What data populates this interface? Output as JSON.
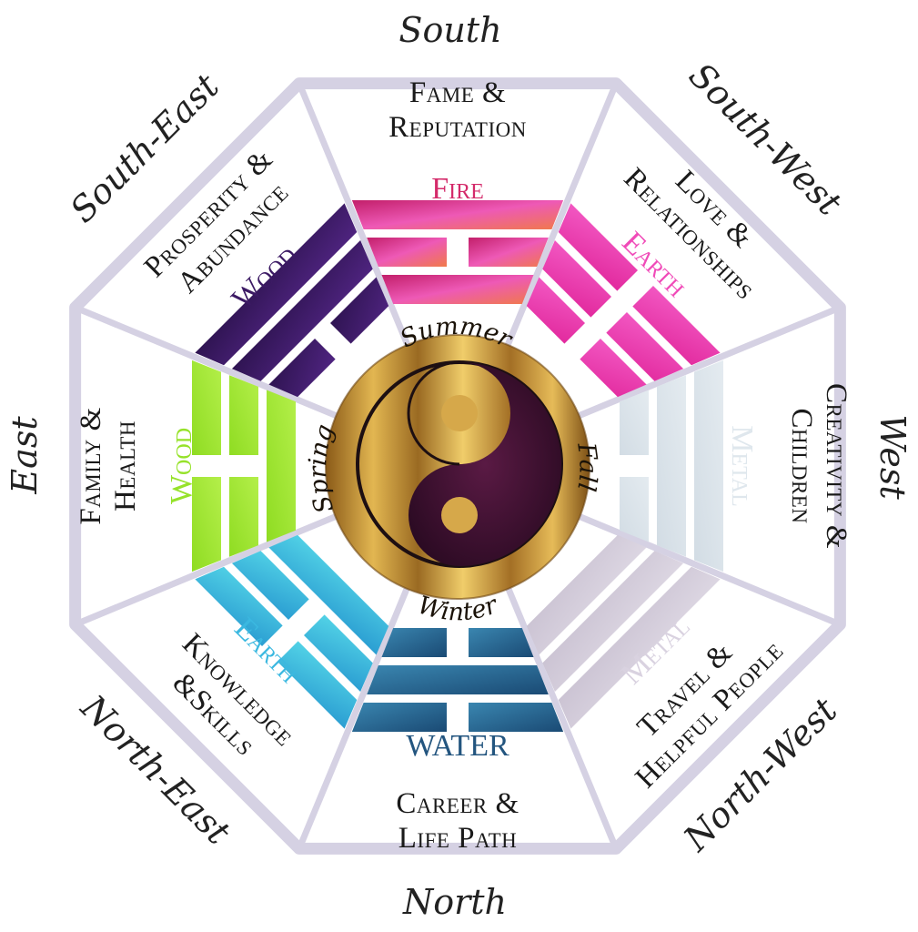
{
  "directions": {
    "south": "South",
    "south_west": "South-West",
    "west": "West",
    "north_west": "North-West",
    "north": "North",
    "north_east": "North-East",
    "east": "East",
    "south_east": "South-East"
  },
  "areas": {
    "south": [
      "Fame &",
      "Reputation"
    ],
    "south_west": [
      "Love &",
      "Relationships"
    ],
    "west": [
      "Creativity &",
      "Children"
    ],
    "north_west": [
      "Travel &",
      "Helpful People"
    ],
    "north": [
      "Career &",
      "Life Path"
    ],
    "north_east": [
      "Knowledge",
      "&Skills"
    ],
    "east": [
      "Family &",
      "Health"
    ],
    "south_east": [
      "Prosperity &",
      "Abundance"
    ]
  },
  "elements": {
    "south": "Fire",
    "south_west": "Earth",
    "west": "Metal",
    "north_west": "Metal",
    "north": "WATER",
    "north_east": "Earth",
    "east": "Wood",
    "south_east": "Wood"
  },
  "seasons": {
    "top": "Summer",
    "right": "Fall",
    "bottom": "Winter",
    "left": "Spring"
  },
  "colors": {
    "fire": "#e0308a",
    "earth_sw": "#ee3fb4",
    "metal": "#dbe3ea",
    "metal_nw": "#d6cfdc",
    "water": "#1f5a86",
    "earth_ne": "#2aaed8",
    "wood_e": "#96e22a",
    "wood_se": "#3c1a64",
    "frame": "#d5d1e3",
    "gold": "#c99636",
    "yin": "#3e1230"
  },
  "icons": {
    "center": "yin-yang-icon"
  }
}
